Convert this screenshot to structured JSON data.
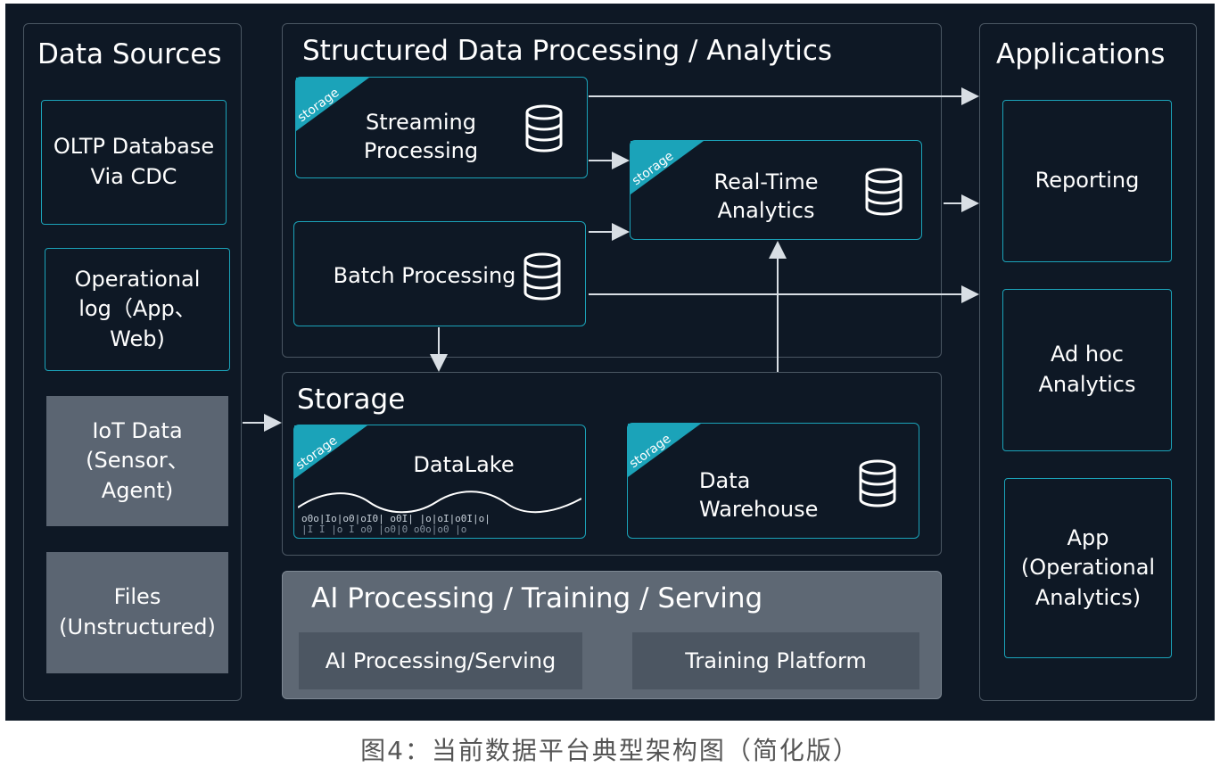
{
  "data_sources": {
    "title": "Data Sources",
    "items": [
      "OLTP Database\nVia CDC",
      "Operational\nlog（App、\nWeb)",
      "IoT Data\n(Sensor、\nAgent)",
      "Files\n(Unstructured)"
    ]
  },
  "structured": {
    "title": "Structured Data Processing / Analytics",
    "streaming": "Streaming\nProcessing",
    "realtime": "Real-Time\nAnalytics",
    "batch": "Batch Processing"
  },
  "storage": {
    "title": "Storage",
    "datalake": "DataLake",
    "warehouse": "Data\nWarehouse"
  },
  "ai": {
    "title": "AI Processing / Training / Serving",
    "serving": "AI Processing/Serving",
    "training": "Training Platform"
  },
  "applications": {
    "title": "Applications",
    "items": [
      "Reporting",
      "Ad hoc\nAnalytics",
      "App\n(Operational\nAnalytics)"
    ]
  },
  "ribbon_text": "storage",
  "caption": "图4：当前数据平台典型架构图（简化版）",
  "colors": {
    "background": "#0e1825",
    "accent": "#1ba3b9",
    "panel_border": "#4a5662",
    "grey_box": "#5b6572"
  }
}
